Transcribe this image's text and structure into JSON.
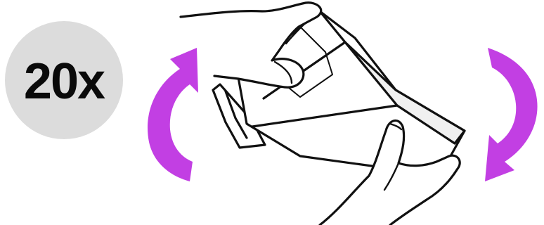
{
  "instruction": {
    "count_label": "20x",
    "count_value": 20
  },
  "icons": {
    "left_arrow": "curved-arrow-up-icon",
    "right_arrow": "curved-arrow-down-icon",
    "illustration": "shake-cartridge-illustration"
  },
  "colors": {
    "arrow": "#c23fe3",
    "badge_background": "#dcdcdc",
    "badge_text": "#0a0a0a",
    "outline": "#111111",
    "box_fill": "#ffffff",
    "box_shade": "#f0f0f0"
  }
}
